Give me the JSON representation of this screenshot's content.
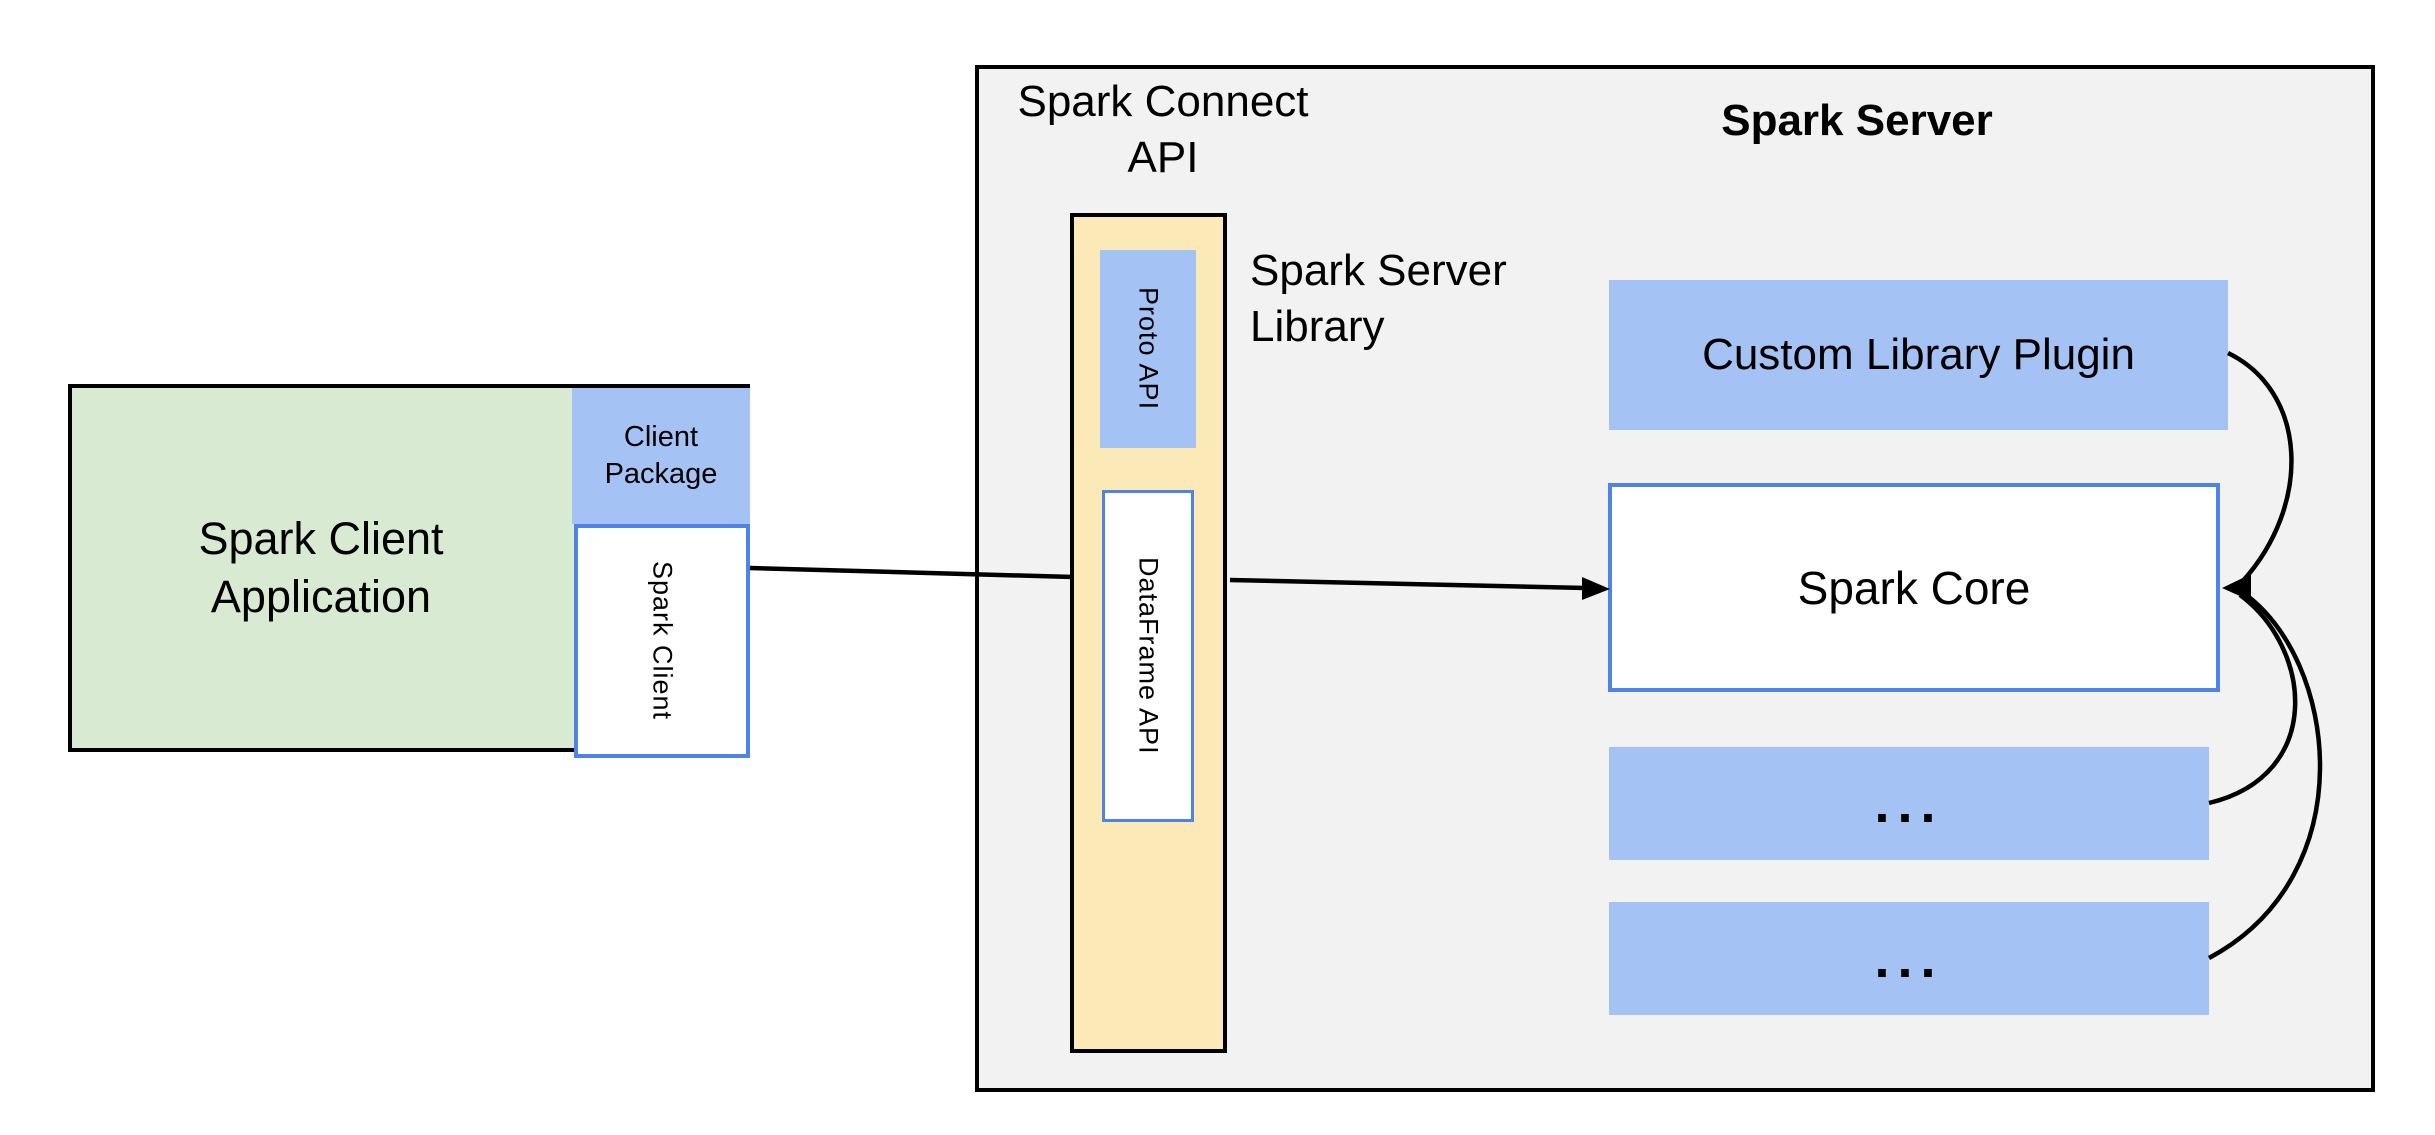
{
  "colors": {
    "green_fill": "#d9ead3",
    "blue_fill": "#a4c2f4",
    "yellow_fill": "#fce9b8",
    "gray_fill": "#f2f2f2",
    "blue_border": "#4f83e8",
    "line_black": "#000000",
    "box_white": "#ffffff"
  },
  "labels": {
    "client_app": "Spark Client\nApplication",
    "client_package": "Client\nPackage",
    "spark_client": "Spark Client",
    "spark_connect_api": "Spark Connect\nAPI",
    "proto_api": "Proto API",
    "dataframe_api": "DataFrame API",
    "spark_server_library": "Spark Server\nLibrary",
    "spark_server": "Spark Server",
    "custom_library_plugin": "Custom Library Plugin",
    "spark_core": "Spark Core",
    "ellipsis_1": "...",
    "ellipsis_2": "..."
  }
}
